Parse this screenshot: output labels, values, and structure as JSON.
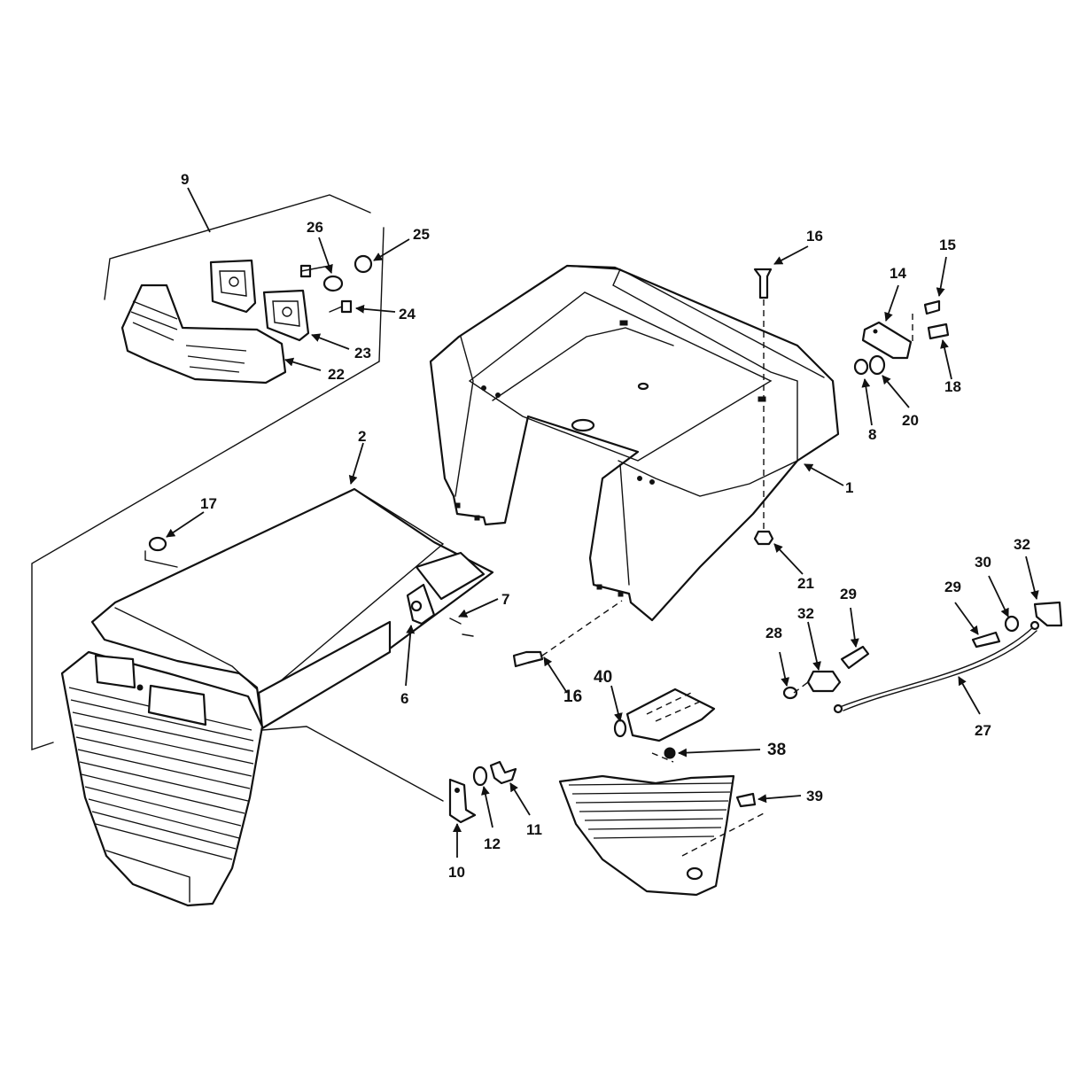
{
  "callouts": {
    "c1": "1",
    "c2": "2",
    "c6": "6",
    "c7": "7",
    "c8": "8",
    "c9": "9",
    "c10": "10",
    "c11": "11",
    "c12": "12",
    "c14": "14",
    "c15": "15",
    "c16a": "16",
    "c16b": "16",
    "c17": "17",
    "c18": "18",
    "c20": "20",
    "c21": "21",
    "c22": "22",
    "c23": "23",
    "c24": "24",
    "c25": "25",
    "c26": "26",
    "c27": "27",
    "c28": "28",
    "c29a": "29",
    "c29b": "29",
    "c30": "30",
    "c32a": "32",
    "c32b": "32",
    "c38": "38",
    "c39": "39",
    "c40": "40"
  },
  "colors": {
    "line": "#111111",
    "background": "#ffffff"
  }
}
